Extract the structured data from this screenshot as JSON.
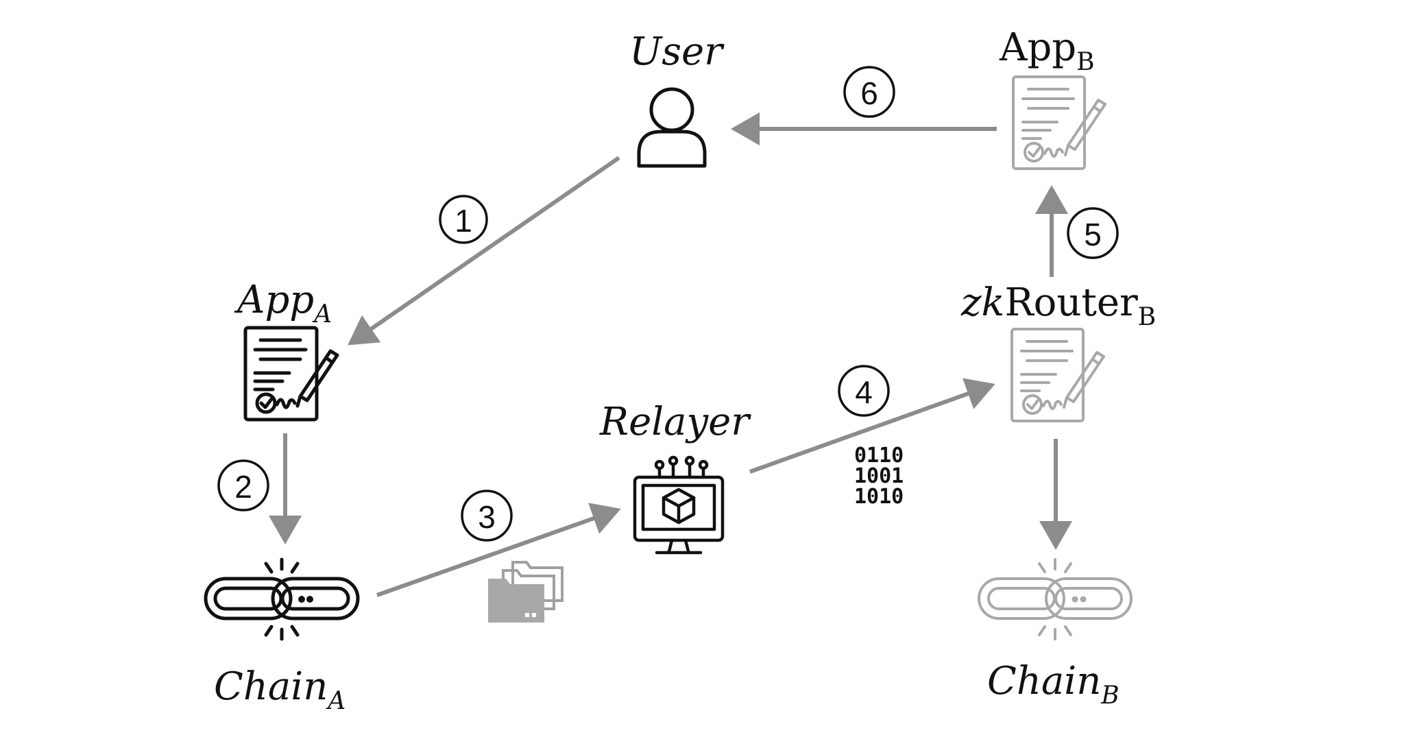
{
  "nodes": {
    "user": {
      "label": "User"
    },
    "app_a": {
      "label": "App",
      "sub": "A"
    },
    "app_b": {
      "label": "App",
      "sub": "B"
    },
    "chain_a": {
      "label": "Chain",
      "sub": "A"
    },
    "chain_b": {
      "label": "Chain",
      "sub": "B"
    },
    "relayer": {
      "label": "Relayer"
    },
    "zkrouter_b": {
      "label_italic": "zk",
      "label": "Router",
      "sub": "B"
    }
  },
  "steps": [
    "1",
    "2",
    "3",
    "4",
    "5",
    "6"
  ],
  "binary": [
    "0110",
    "1001",
    "1010"
  ],
  "edges": [
    {
      "from": "user",
      "to": "app_a",
      "step": "1"
    },
    {
      "from": "app_a",
      "to": "chain_a",
      "step": "2"
    },
    {
      "from": "chain_a",
      "to": "relayer",
      "step": "3"
    },
    {
      "from": "relayer",
      "to": "zkrouter_b",
      "step": "4"
    },
    {
      "from": "zkrouter_b",
      "to": "app_b",
      "step": "5"
    },
    {
      "from": "app_b",
      "to": "user",
      "step": "6"
    },
    {
      "from": "zkrouter_b",
      "to": "chain_b",
      "step": ""
    }
  ],
  "icons": {
    "user": "user-icon",
    "app_a": "signed-contract-icon",
    "app_b": "signed-contract-icon",
    "zkrouter_b": "signed-contract-icon",
    "chain_a": "chain-link-icon",
    "chain_b": "chain-link-icon",
    "relayer": "monitor-cube-icon",
    "data": "folders-icon"
  },
  "colors": {
    "ink": "#111111",
    "arrow": "#8c8c8c",
    "faded": "#a8a8a8"
  }
}
